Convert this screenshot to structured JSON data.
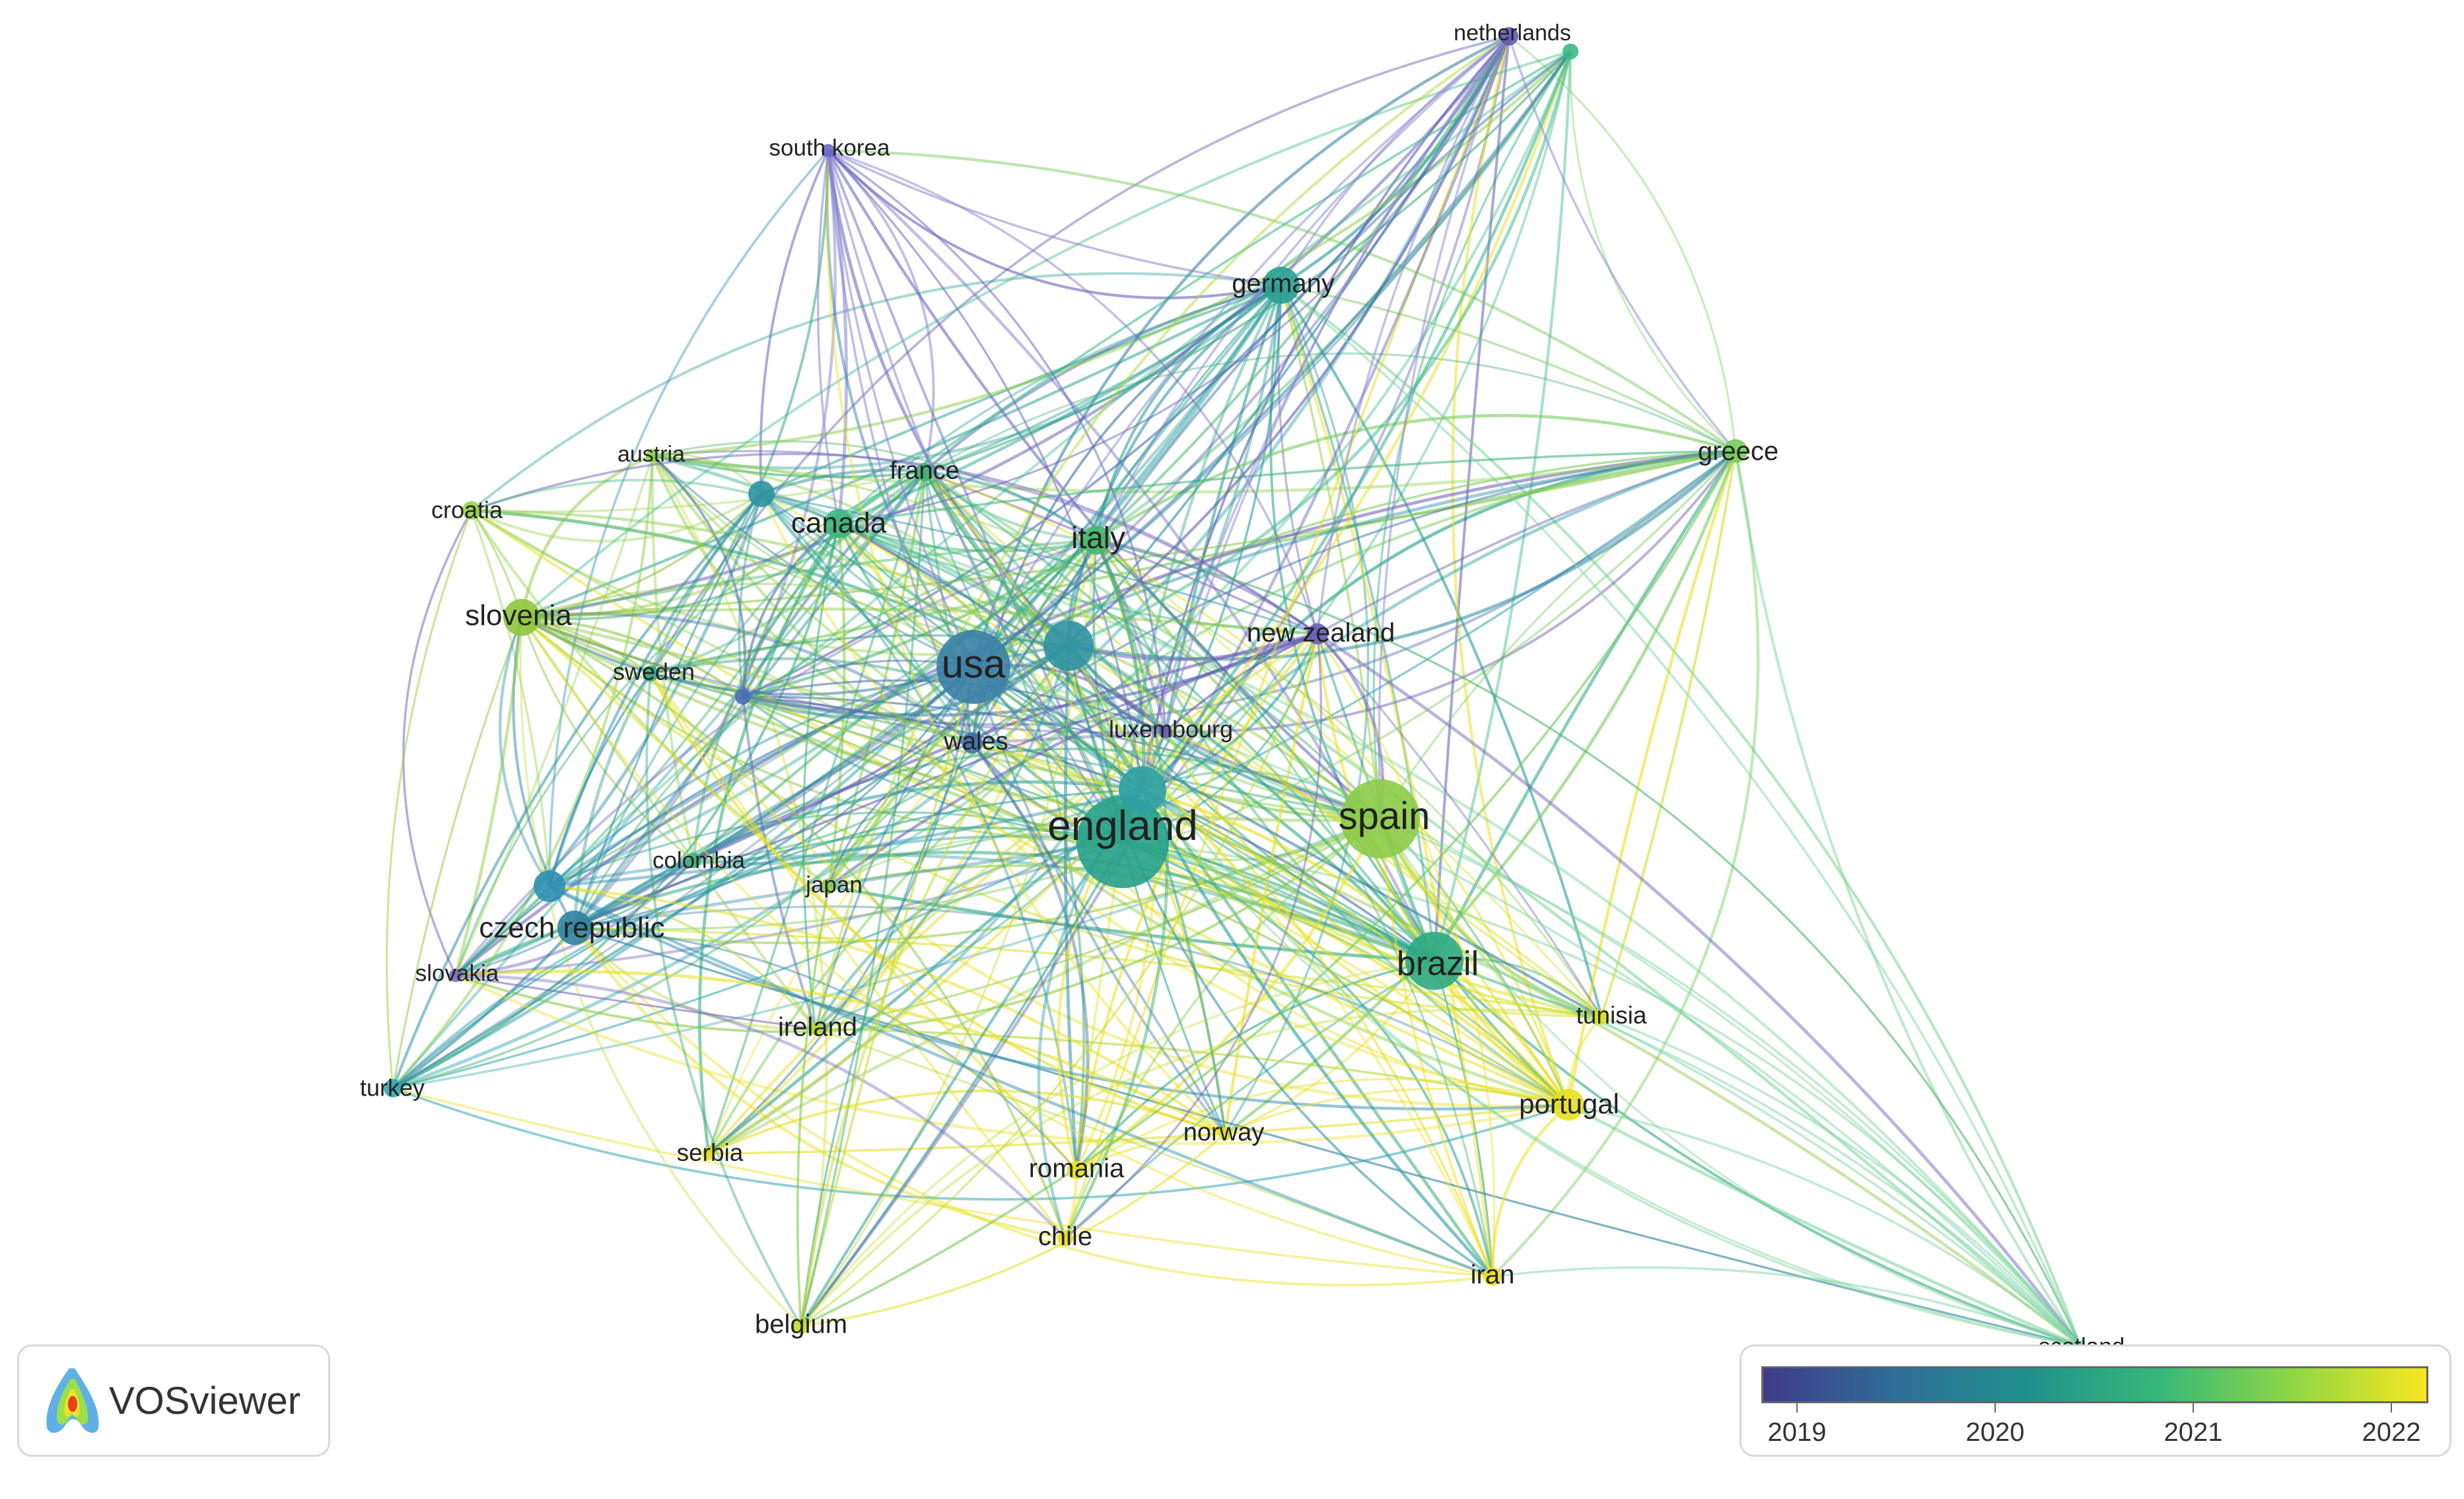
{
  "nodes": [
    {
      "id": "usa",
      "label": "usa",
      "color": "#3a7fa6"
    },
    {
      "id": "england",
      "label": "england",
      "color": "#27a18a"
    },
    {
      "id": "spain",
      "label": "spain",
      "color": "#8ccc48"
    },
    {
      "id": "brazil",
      "label": "brazil",
      "color": "#2eaa82"
    },
    {
      "id": "germany",
      "label": "germany",
      "color": "#2a9f94"
    },
    {
      "id": "netherlands",
      "label": "netherlands",
      "color": "#5e5bb2"
    },
    {
      "id": "south_korea",
      "label": "south korea",
      "color": "#6b66c0"
    },
    {
      "id": "greece",
      "label": "greece",
      "color": "#78cc5c"
    },
    {
      "id": "france",
      "label": "france",
      "color": "#45b079"
    },
    {
      "id": "austria",
      "label": "austria",
      "color": "#8dcf4a"
    },
    {
      "id": "croatia",
      "label": "croatia",
      "color": "#9ad24a"
    },
    {
      "id": "canada",
      "label": "canada",
      "color": "#3db57e"
    },
    {
      "id": "italy",
      "label": "italy",
      "color": "#4ab56d"
    },
    {
      "id": "slovenia",
      "label": "slovenia",
      "color": "#8ec63e"
    },
    {
      "id": "new_zealand",
      "label": "new zealand",
      "color": "#6b5fb8"
    },
    {
      "id": "sweden",
      "label": "sweden",
      "color": "#3aa282"
    },
    {
      "id": "wales",
      "label": "wales",
      "color": "#3f6fa8"
    },
    {
      "id": "luxembourg",
      "label": "luxembourg",
      "color": "#6a58b0"
    },
    {
      "id": "colombia",
      "label": "colombia",
      "color": "#43b27c"
    },
    {
      "id": "japan",
      "label": "japan",
      "color": "#8ccc48"
    },
    {
      "id": "czech_republic",
      "label": "czech republic",
      "color": "#2f82a0"
    },
    {
      "id": "slovakia",
      "label": "slovakia",
      "color": "#7a6cbf"
    },
    {
      "id": "ireland",
      "label": "ireland",
      "color": "#b4d838"
    },
    {
      "id": "turkey",
      "label": "turkey",
      "color": "#33a5b2"
    },
    {
      "id": "tunisia",
      "label": "tunisia",
      "color": "#d6e02a"
    },
    {
      "id": "portugal",
      "label": "portugal",
      "color": "#e8e020"
    },
    {
      "id": "serbia",
      "label": "serbia",
      "color": "#e6de22"
    },
    {
      "id": "romania",
      "label": "romania",
      "color": "#eae021"
    },
    {
      "id": "norway",
      "label": "norway",
      "color": "#e6e022"
    },
    {
      "id": "chile",
      "label": "chile",
      "color": "#e8df20"
    },
    {
      "id": "iran",
      "label": "iran",
      "color": "#ece122"
    },
    {
      "id": "belgium",
      "label": "belgium",
      "color": "#c6dc34"
    },
    {
      "id": "scotland",
      "label": "scotland",
      "color": "#7fd69a"
    },
    {
      "id": "u1",
      "label": "",
      "color": "#2f92a2"
    },
    {
      "id": "u2",
      "label": "",
      "color": "#2f92a2"
    },
    {
      "id": "u3",
      "label": "",
      "color": "#2e8fb0"
    },
    {
      "id": "u4",
      "label": "",
      "color": "#4b6db3"
    },
    {
      "id": "u5",
      "label": "",
      "color": "#2fa0a4"
    },
    {
      "id": "u6",
      "label": "",
      "color": "#3cb98a"
    }
  ],
  "legend": {
    "labels": [
      "2019",
      "2020",
      "2021",
      "2022"
    ]
  },
  "brand": {
    "name": "VOSviewer"
  }
}
